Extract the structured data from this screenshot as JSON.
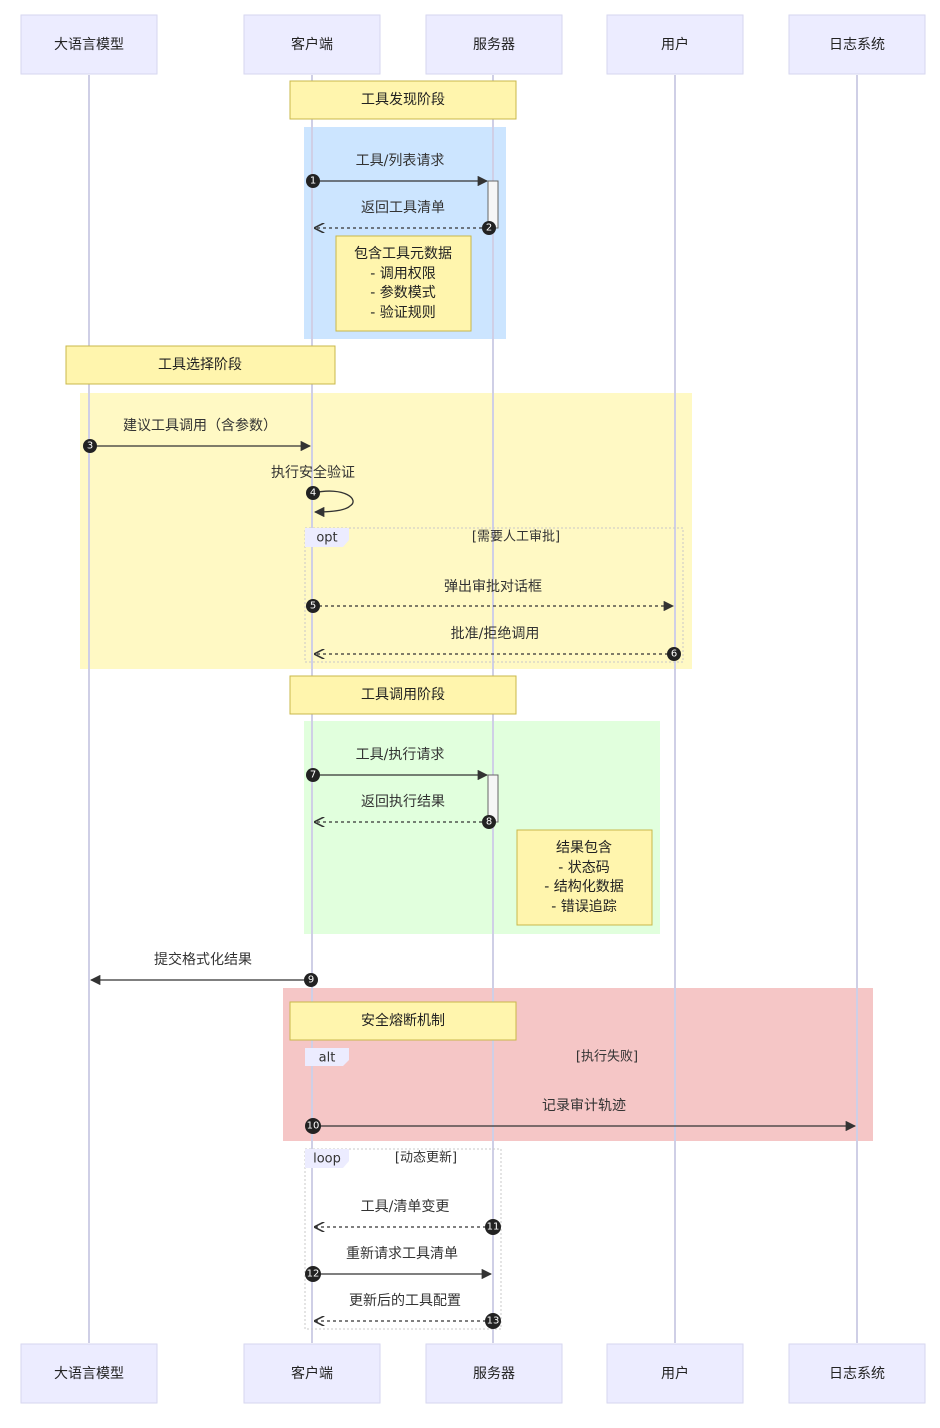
{
  "actors": [
    "大语言模型",
    "客户端",
    "服务器",
    "用户",
    "日志系统"
  ],
  "phase_notes": {
    "discovery": "工具发现阶段",
    "selection": "工具选择阶段",
    "invocation": "工具调用阶段",
    "breaker": "安全熔断机制"
  },
  "notes": {
    "metadata": [
      "包含工具元数据",
      "- 调用权限",
      "- 参数模式",
      "- 验证规则"
    ],
    "result": [
      "结果包含",
      "- 状态码",
      "- 结构化数据",
      "- 错误追踪"
    ]
  },
  "frames": {
    "opt": {
      "label": "opt",
      "condition": "[需要人工审批]"
    },
    "alt": {
      "label": "alt",
      "condition": "[执行失败]"
    },
    "loop": {
      "label": "loop",
      "condition": "[动态更新]"
    }
  },
  "messages": [
    {
      "num": "1",
      "text": "工具/列表请求"
    },
    {
      "num": "2",
      "text": "返回工具清单"
    },
    {
      "num": "3",
      "text": "建议工具调用（含参数）"
    },
    {
      "num": "4",
      "text": "执行安全验证"
    },
    {
      "num": "5",
      "text": "弹出审批对话框"
    },
    {
      "num": "6",
      "text": "批准/拒绝调用"
    },
    {
      "num": "7",
      "text": "工具/执行请求"
    },
    {
      "num": "8",
      "text": "返回执行结果"
    },
    {
      "num": "9",
      "text": "提交格式化结果"
    },
    {
      "num": "10",
      "text": "记录审计轨迹"
    },
    {
      "num": "11",
      "text": "工具/清单变更"
    },
    {
      "num": "12",
      "text": "重新请求工具清单"
    },
    {
      "num": "13",
      "text": "更新后的工具配置"
    }
  ],
  "colors": {
    "discovery_region": "#CCE5FF",
    "selection_region": "#FFF9C4",
    "invocation_region": "#E1FFDD",
    "breaker_region": "#F5C6C6",
    "note_fill": "#FFF5AD",
    "actor_fill": "#ECECFF"
  }
}
